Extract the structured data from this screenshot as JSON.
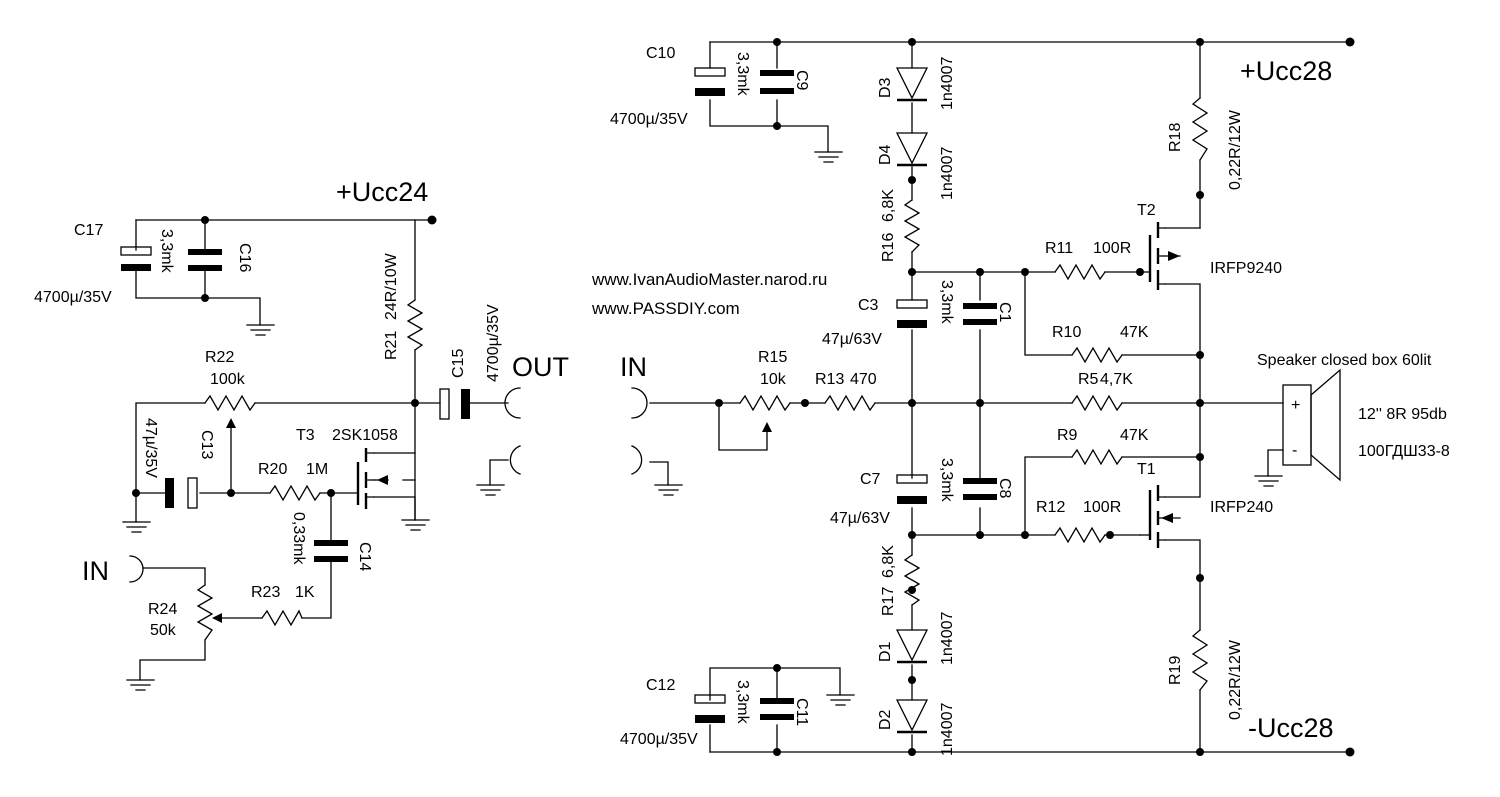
{
  "schematic": {
    "website_1": "www.IvanAudioMaster.narod.ru",
    "website_2": "www.PASSDIY.com",
    "rails": {
      "ucc24": "+Ucc24",
      "ucc28_pos": "+Ucc28",
      "ucc28_neg": "-Ucc28"
    },
    "ports": {
      "in_left": "IN",
      "in_right": "IN",
      "out": "OUT"
    },
    "speaker": {
      "title": "Speaker closed box 60lit",
      "spec": "12'' 8R 95db",
      "model": "100ГДШ33-8",
      "plus": "+",
      "minus": "-"
    },
    "components": [
      {
        "ref": "C17",
        "value": "4700µ/35V"
      },
      {
        "ref": "C16",
        "value": "3,3mk"
      },
      {
        "ref": "R21",
        "value": "24R/10W"
      },
      {
        "ref": "C15",
        "value": "4700µ/35V"
      },
      {
        "ref": "R22",
        "value": "100k"
      },
      {
        "ref": "C13",
        "value": "47µ/35V"
      },
      {
        "ref": "T3",
        "value": "2SK1058"
      },
      {
        "ref": "R20",
        "value": "1M"
      },
      {
        "ref": "C14",
        "value": "0,33mk"
      },
      {
        "ref": "R23",
        "value": "1K"
      },
      {
        "ref": "R24",
        "value": "50k"
      },
      {
        "ref": "C10",
        "value": "4700µ/35V"
      },
      {
        "ref": "C9",
        "value": "3,3mk"
      },
      {
        "ref": "D3",
        "value": "1n4007"
      },
      {
        "ref": "D4",
        "value": "1n4007"
      },
      {
        "ref": "R16",
        "value": "6,8K"
      },
      {
        "ref": "R18",
        "value": "0,22R/12W"
      },
      {
        "ref": "T2",
        "value": "IRFP9240"
      },
      {
        "ref": "R11",
        "value": "100R"
      },
      {
        "ref": "C3",
        "value": "47µ/63V"
      },
      {
        "ref": "C1",
        "value": "3,3mk"
      },
      {
        "ref": "R10",
        "value": "47K"
      },
      {
        "ref": "R15",
        "value": "10k"
      },
      {
        "ref": "R13",
        "value": "470"
      },
      {
        "ref": "R5",
        "value": "4,7K"
      },
      {
        "ref": "R9",
        "value": "47K"
      },
      {
        "ref": "T1",
        "value": "IRFP240"
      },
      {
        "ref": "C7",
        "value": "47µ/63V"
      },
      {
        "ref": "C8",
        "value": "3,3mk"
      },
      {
        "ref": "R12",
        "value": "100R"
      },
      {
        "ref": "R17",
        "value": "6,8K"
      },
      {
        "ref": "D1",
        "value": "1n4007"
      },
      {
        "ref": "D2",
        "value": "1n4007"
      },
      {
        "ref": "R19",
        "value": "0,22R/12W"
      },
      {
        "ref": "C12",
        "value": "4700µ/35V"
      },
      {
        "ref": "C11",
        "value": "3,3mk"
      }
    ]
  }
}
